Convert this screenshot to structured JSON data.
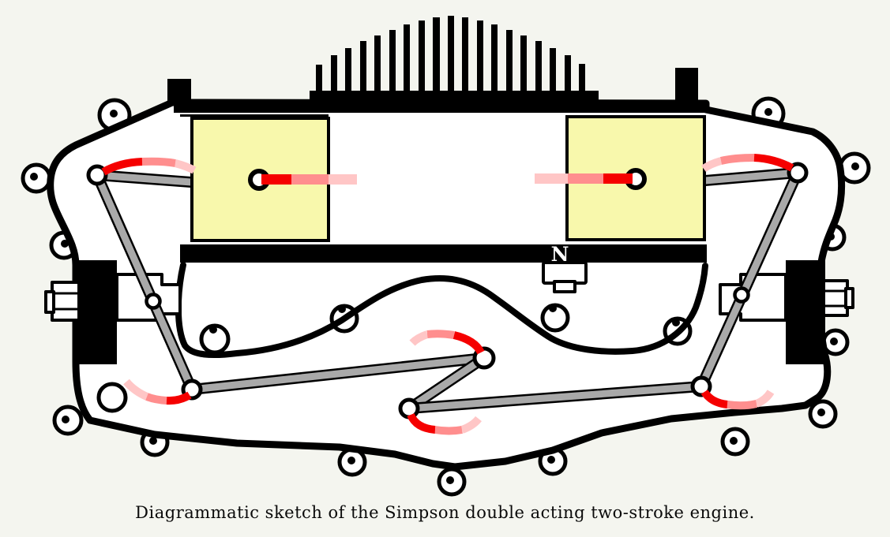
{
  "figure": {
    "caption": "Diagrammatic sketch of the Simpson double acting two-stroke engine.",
    "kind": "engine-mechanism-diagram"
  },
  "labels": {
    "crankcase_marking": "N"
  },
  "colors": {
    "background": "#F4F5EF",
    "ink": "#000000",
    "interior_white": "#FFFFFF",
    "cylinder_fill": "#F8F8AC",
    "link_gray": "#A9A9A9",
    "crank_red": "#F50000",
    "trail_mid_pink": "#FF8E8E",
    "trail_pale_pink": "#FFC6C6"
  },
  "components": {
    "casing": "engine-casing",
    "fins": "cooling-fins",
    "left_cylinder": "left-cylinder",
    "right_cylinder": "right-cylinder",
    "left_bearing": "left-main-bearing",
    "right_bearing": "right-main-bearing",
    "linkage": "rocker-linkage",
    "trails": "crank-motion-trails",
    "lug": "bolt-lug"
  }
}
